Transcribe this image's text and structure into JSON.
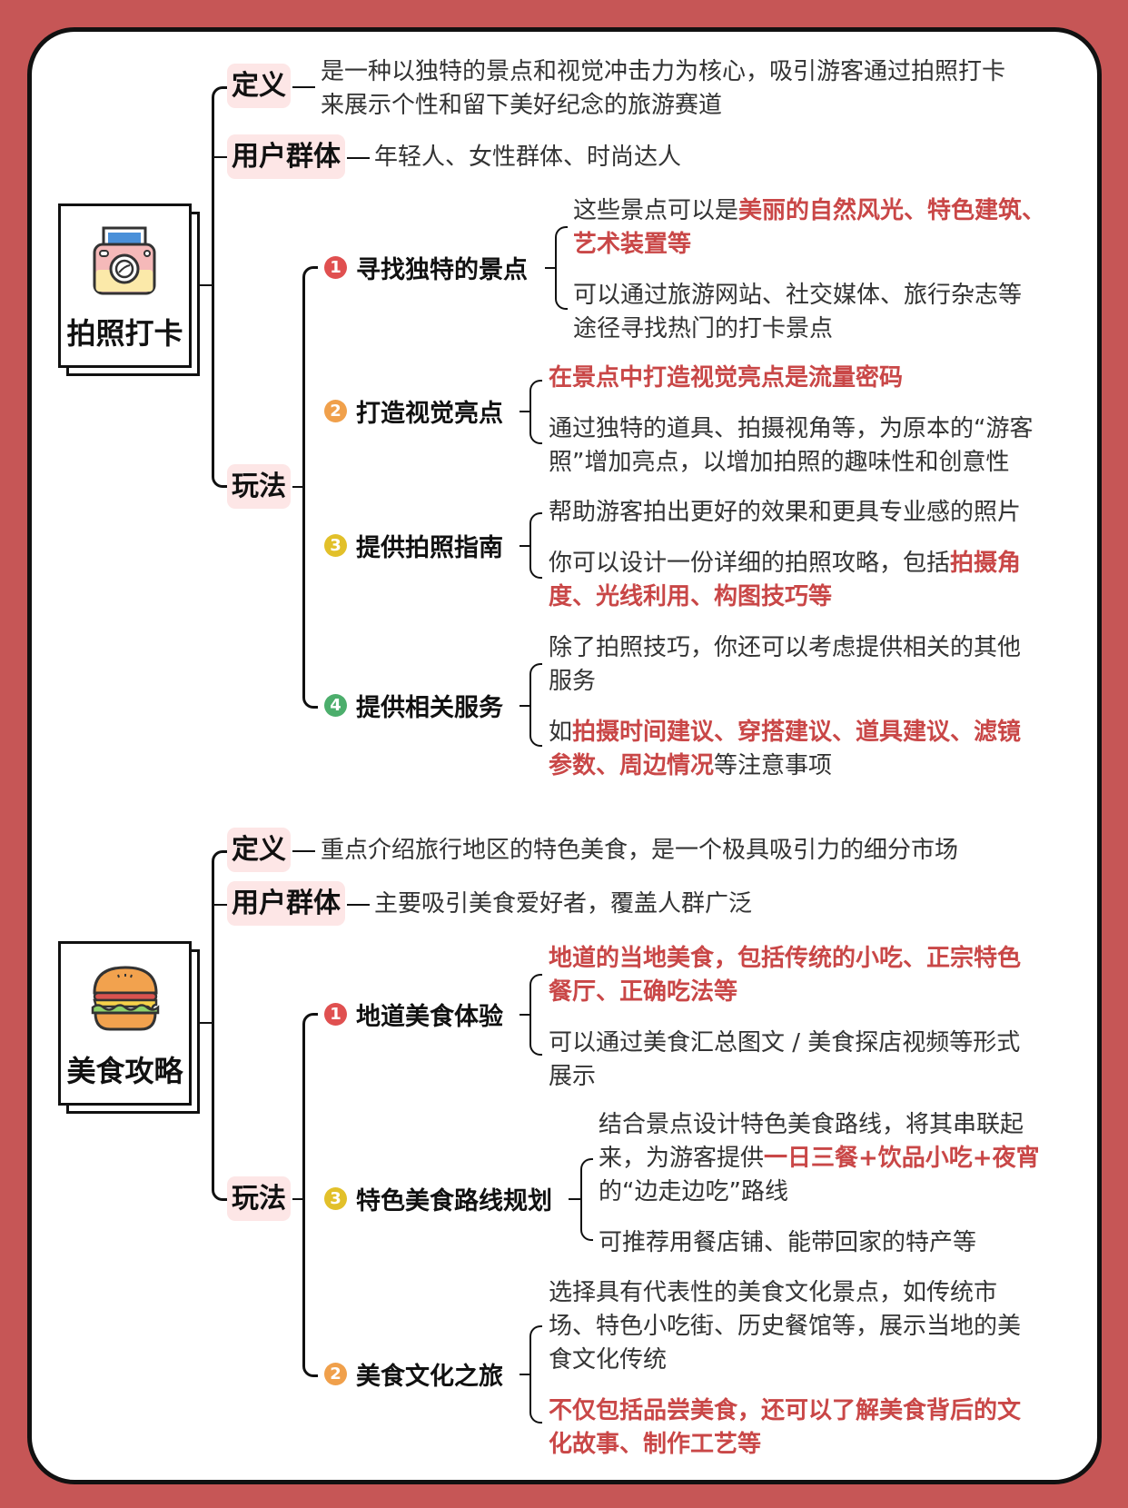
{
  "sections": [
    {
      "title": "拍照打卡",
      "icon": "camera-icon",
      "definition": {
        "label": "定义",
        "lines": [
          "是一种以独特的景点和视觉冲击力为核心，吸引游客通过拍照打卡",
          "来展示个性和留下美好纪念的旅游赛道"
        ]
      },
      "users": {
        "label": "用户群体",
        "text": "年轻人、女性群体、时尚达人"
      },
      "play": {
        "label": "玩法",
        "items": [
          {
            "num": "1",
            "color": "#e05050",
            "label": "寻找独特的景点",
            "notes": [
              [
                [
                  {
                    "t": "这些景点可以是"
                  },
                  {
                    "t": "美丽的自然风光、特色建筑、",
                    "hl": true
                  }
                ],
                [
                  {
                    "t": "艺术装置等",
                    "hl": true
                  }
                ]
              ],
              [
                [
                  {
                    "t": "可以通过旅游网站、社交媒体、旅行杂志等"
                  }
                ],
                [
                  {
                    "t": "途径寻找热门的打卡景点"
                  }
                ]
              ]
            ]
          },
          {
            "num": "2",
            "color": "#f0a04b",
            "label": "打造视觉亮点",
            "notes": [
              [
                [
                  {
                    "t": "在景点中打造视觉亮点是流量密码",
                    "hl": true
                  }
                ]
              ],
              [
                [
                  {
                    "t": "通过独特的道具、拍摄视角等，为原本的“游客"
                  }
                ],
                [
                  {
                    "t": "照”增加亮点，以增加拍照的趣味性和创意性"
                  }
                ]
              ]
            ]
          },
          {
            "num": "3",
            "color": "#e2c02a",
            "label": "提供拍照指南",
            "notes": [
              [
                [
                  {
                    "t": "帮助游客拍出更好的效果和更具专业感的照片"
                  }
                ]
              ],
              [
                [
                  {
                    "t": "你可以设计一份详细的拍照攻略，包括"
                  },
                  {
                    "t": "拍摄角",
                    "hl": true
                  }
                ],
                [
                  {
                    "t": "度、光线利用、构图技巧等",
                    "hl": true
                  }
                ]
              ]
            ]
          },
          {
            "num": "4",
            "color": "#4cae6c",
            "label": "提供相关服务",
            "notes": [
              [
                [
                  {
                    "t": "除了拍照技巧，你还可以考虑提供相关的其他"
                  }
                ],
                [
                  {
                    "t": "服务"
                  }
                ]
              ],
              [
                [
                  {
                    "t": "如"
                  },
                  {
                    "t": "拍摄时间建议、穿搭建议、道具建议、滤镜",
                    "hl": true
                  }
                ],
                [
                  {
                    "t": "参数、周边情况",
                    "hl": true
                  },
                  {
                    "t": "等注意事项"
                  }
                ]
              ]
            ]
          }
        ]
      }
    },
    {
      "title": "美食攻略",
      "icon": "burger-icon",
      "definition": {
        "label": "定义",
        "lines": [
          "重点介绍旅行地区的特色美食，是一个极具吸引力的细分市场"
        ]
      },
      "users": {
        "label": "用户群体",
        "text": "主要吸引美食爱好者，覆盖人群广泛"
      },
      "play": {
        "label": "玩法",
        "items": [
          {
            "num": "1",
            "color": "#e05050",
            "label": "地道美食体验",
            "notes": [
              [
                [
                  {
                    "t": "地道的当地美食，包括传统的小吃、正宗特色",
                    "hl": true
                  }
                ],
                [
                  {
                    "t": "餐厅、正确吃法等",
                    "hl": true
                  }
                ]
              ],
              [
                [
                  {
                    "t": "可以通过美食汇总图文 / 美食探店视频等形式"
                  }
                ],
                [
                  {
                    "t": "展示"
                  }
                ]
              ]
            ]
          },
          {
            "num": "3",
            "color": "#e2c02a",
            "label": "特色美食路线规划",
            "notes": [
              [
                [
                  {
                    "t": "结合景点设计特色美食路线，将其串联起"
                  }
                ],
                [
                  {
                    "t": "来，为游客提供"
                  },
                  {
                    "t": "一日三餐+饮品小吃+夜宵",
                    "hl": true
                  }
                ],
                [
                  {
                    "t": "的“边走边吃”路线"
                  }
                ]
              ],
              [
                [
                  {
                    "t": "可推荐用餐店铺、能带回家的特产等"
                  }
                ]
              ]
            ]
          },
          {
            "num": "2",
            "color": "#f0a04b",
            "label": "美食文化之旅",
            "notes": [
              [
                [
                  {
                    "t": "选择具有代表性的美食文化景点，如传统市"
                  }
                ],
                [
                  {
                    "t": "场、特色小吃街、历史餐馆等，展示当地的美"
                  }
                ],
                [
                  {
                    "t": "食文化传统"
                  }
                ]
              ],
              [
                [
                  {
                    "t": "不仅包括品尝美食，还可以了解美食背后的文",
                    "hl": true
                  }
                ],
                [
                  {
                    "t": "化故事、制作工艺等",
                    "hl": true
                  }
                ]
              ]
            ]
          }
        ]
      }
    }
  ]
}
